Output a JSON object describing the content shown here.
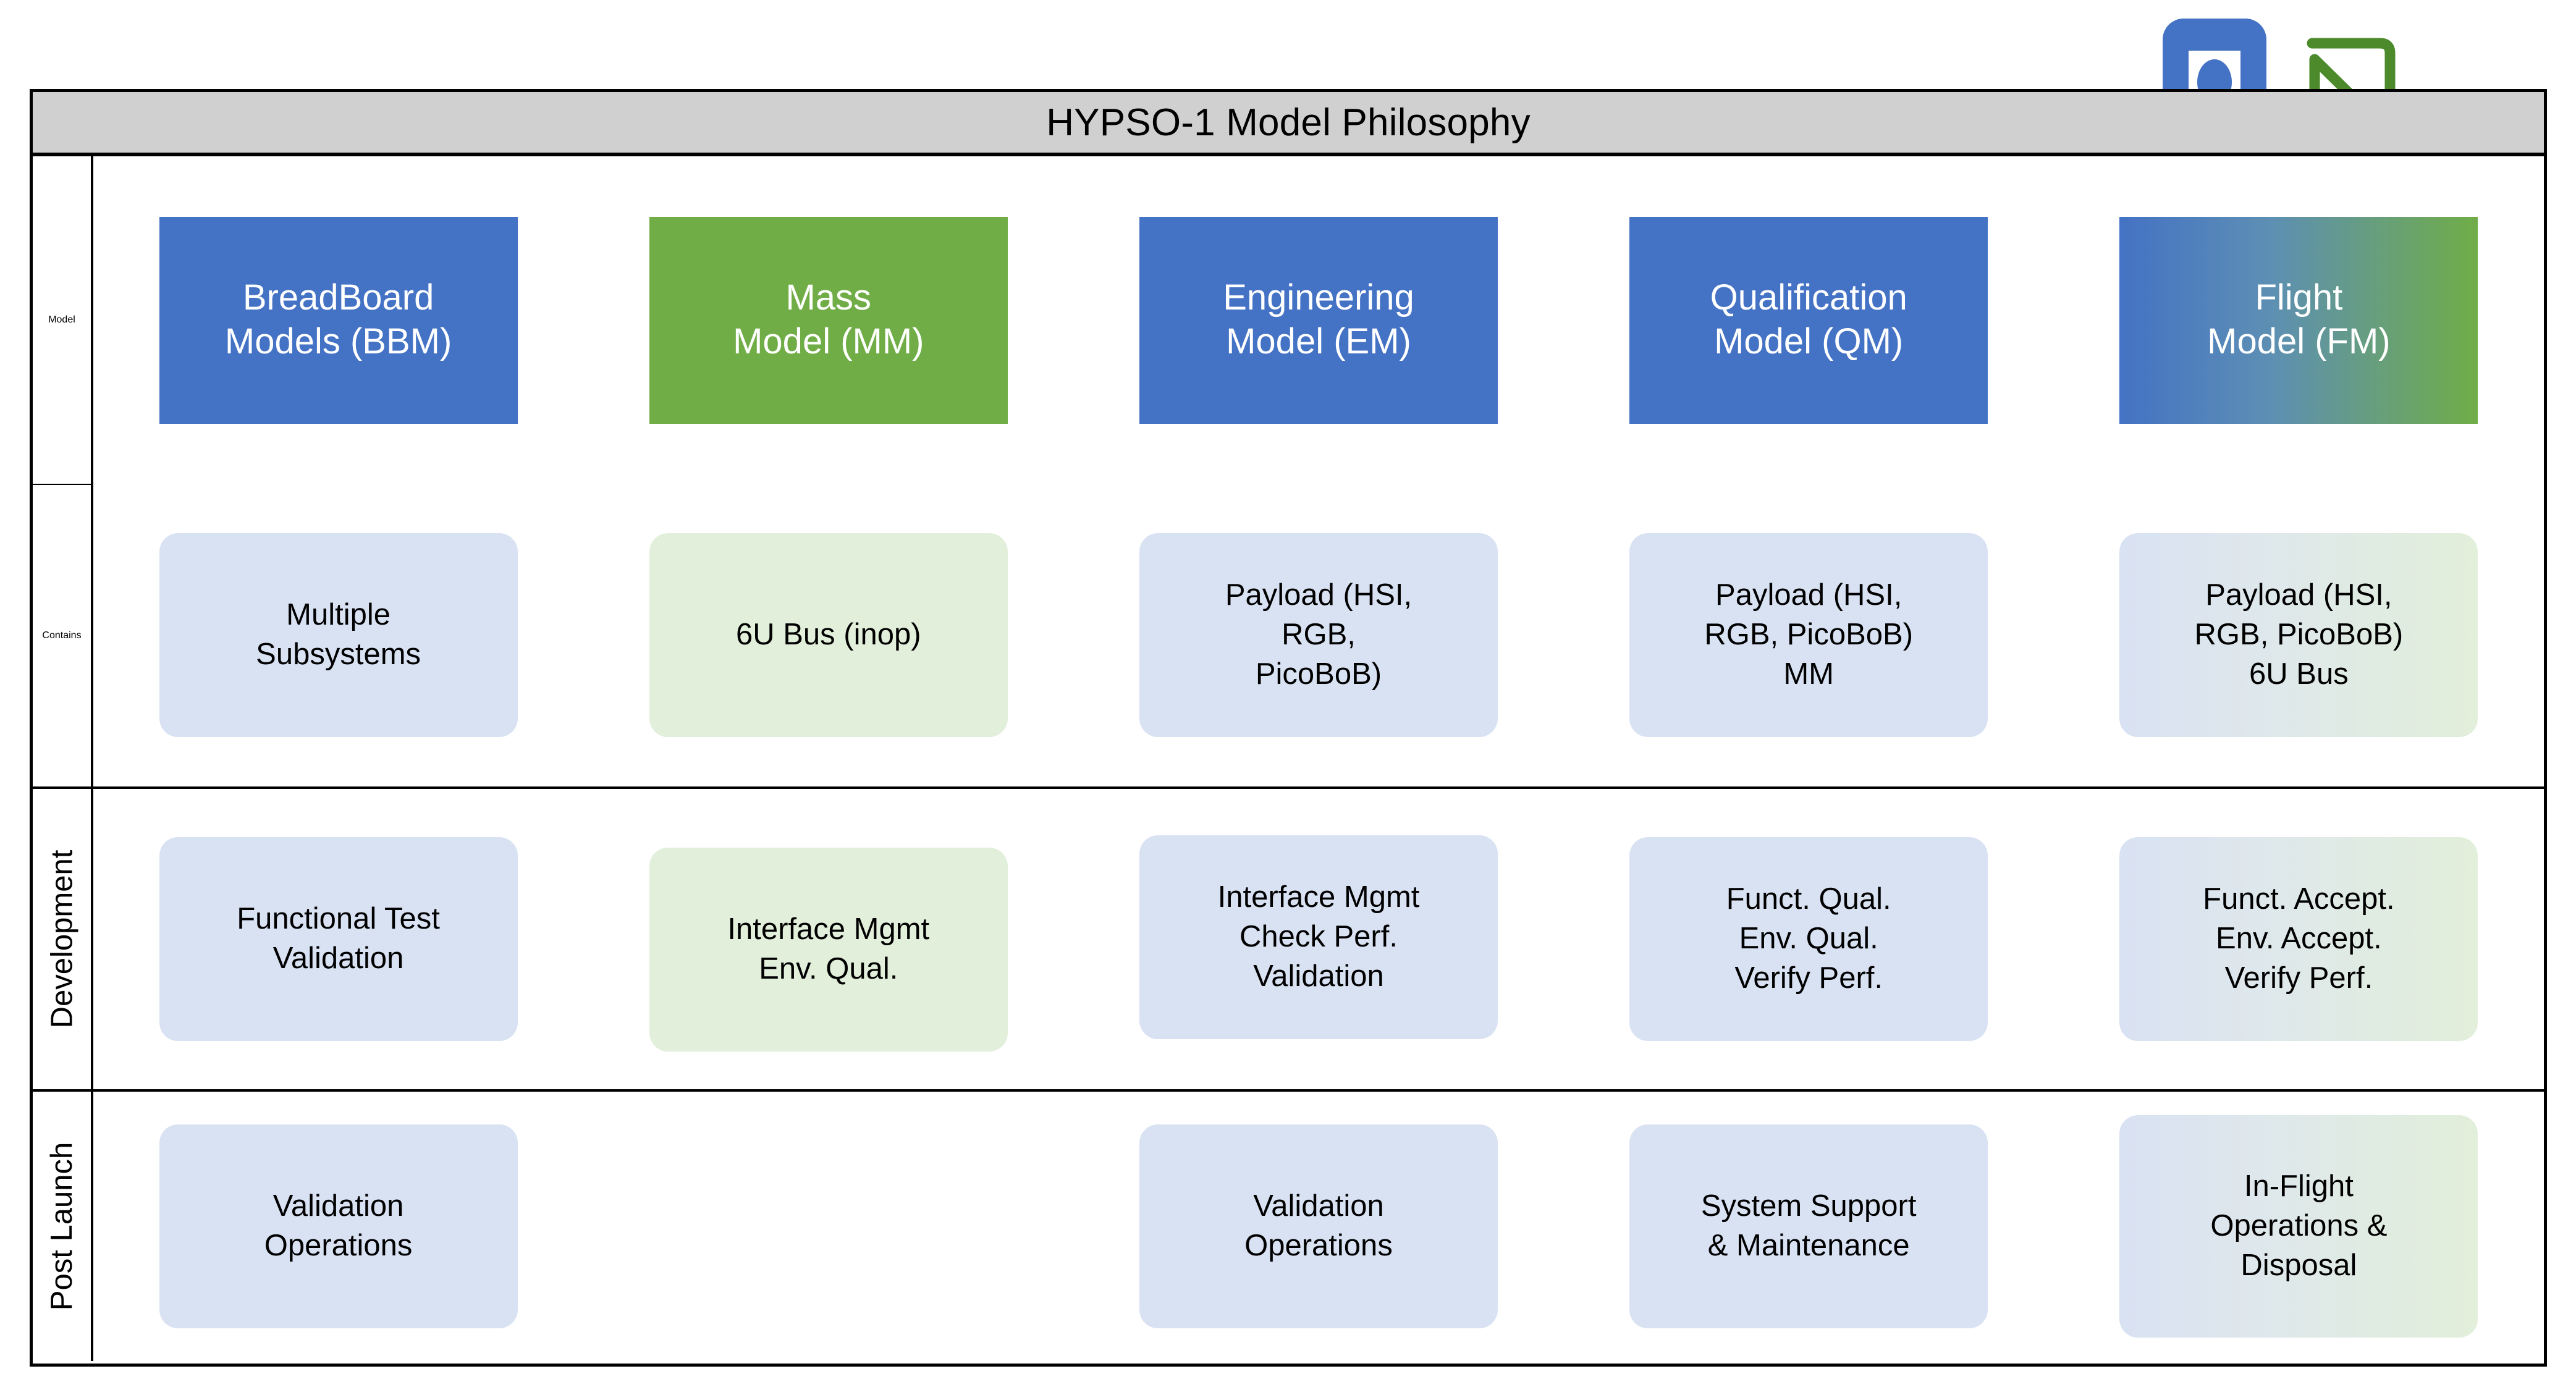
{
  "header": {
    "title": "HYPSO-1 Model Philosophy",
    "logos": [
      {
        "name": "hypso-logo",
        "kind": "rounded-square-with-aperture",
        "color": "#4472C4"
      },
      {
        "name": "ntnu-logo",
        "kind": "outlined-n-glyph",
        "color": "#4C8A2B"
      }
    ]
  },
  "colors": {
    "title_bar": "#d0d0d0",
    "model_blue": "#4472C4",
    "model_green": "#70AD47",
    "soft_blue": "#d9e2f3",
    "soft_green": "#e2efda",
    "border": "#000000"
  },
  "row_labels": {
    "model": "Model",
    "contains": "Contains",
    "development": "Development",
    "post_launch": "Post Launch"
  },
  "columns": [
    {
      "key": "bbm",
      "model_line1": "BreadBoard",
      "model_line2": "Models (BBM)",
      "model_fill": "blue",
      "contains": [
        "Multiple",
        "Subsystems"
      ],
      "contains_fill": "blue",
      "development": [
        "Functional Test",
        "Validation"
      ],
      "development_fill": "blue",
      "post_launch": [
        "Validation",
        "Operations"
      ],
      "post_launch_fill": "blue"
    },
    {
      "key": "mm",
      "model_line1": "Mass",
      "model_line2": "Model (MM)",
      "model_fill": "green",
      "contains": [
        "6U Bus (inop)"
      ],
      "contains_fill": "green",
      "development": [
        "Interface Mgmt",
        "Env. Qual."
      ],
      "development_fill": "green",
      "post_launch": [],
      "post_launch_fill": "none"
    },
    {
      "key": "em",
      "model_line1": "Engineering",
      "model_line2": "Model (EM)",
      "model_fill": "blue",
      "contains": [
        "Payload (HSI,",
        "RGB,",
        "PicoBoB)"
      ],
      "contains_fill": "blue",
      "development": [
        "Interface Mgmt",
        "Check Perf.",
        "Validation"
      ],
      "development_fill": "blue",
      "post_launch": [
        "Validation",
        "Operations"
      ],
      "post_launch_fill": "blue"
    },
    {
      "key": "qm",
      "model_line1": "Qualification",
      "model_line2": "Model (QM)",
      "model_fill": "blue",
      "contains": [
        "Payload (HSI,",
        "RGB, PicoBoB)",
        "MM"
      ],
      "contains_fill": "blue",
      "development": [
        "Funct. Qual.",
        "Env. Qual.",
        "Verify Perf."
      ],
      "development_fill": "blue",
      "post_launch": [
        "System Support",
        "& Maintenance"
      ],
      "post_launch_fill": "blue"
    },
    {
      "key": "fm",
      "model_line1": "Flight",
      "model_line2": "Model (FM)",
      "model_fill": "gradient",
      "contains": [
        "Payload (HSI,",
        "RGB, PicoBoB)",
        "6U Bus"
      ],
      "contains_fill": "gradient",
      "development": [
        "Funct. Accept.",
        "Env. Accept.",
        "Verify Perf."
      ],
      "development_fill": "gradient",
      "post_launch": [
        "In-Flight",
        "Operations &",
        "Disposal"
      ],
      "post_launch_fill": "gradient"
    }
  ]
}
